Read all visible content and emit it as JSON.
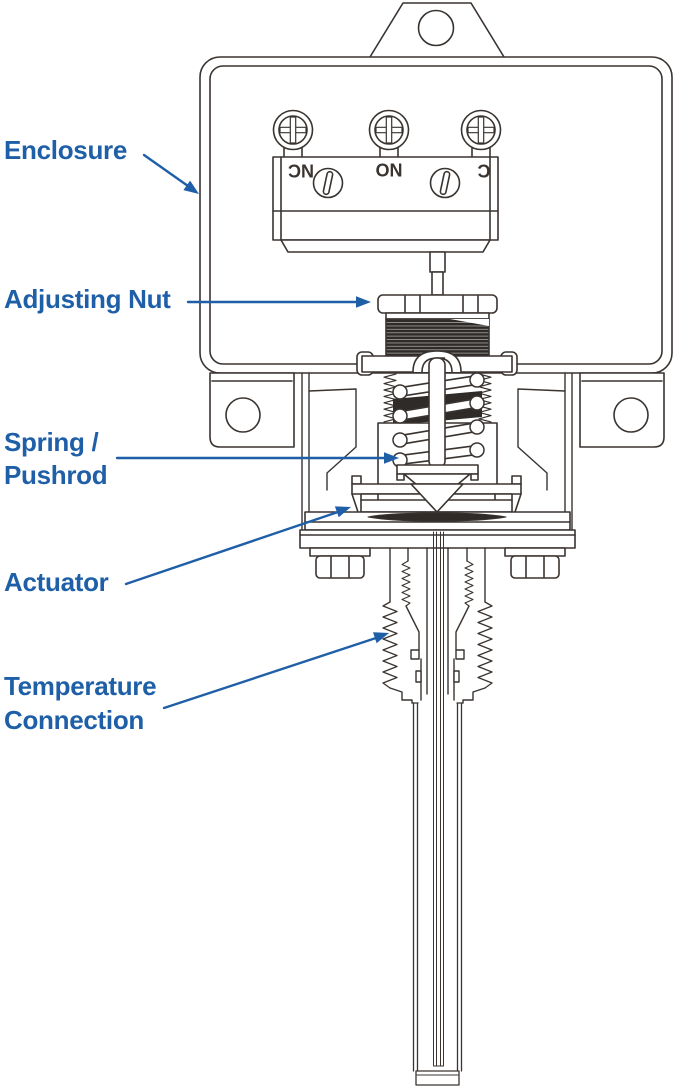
{
  "diagram": {
    "labels": {
      "enclosure": "Enclosure",
      "adjusting_nut": "Adjusting Nut",
      "spring_pushrod_line1": "Spring /",
      "spring_pushrod_line2": "Pushrod",
      "actuator": "Actuator",
      "temperature_connection_line1": "Temperature",
      "temperature_connection_line2": "Connection"
    },
    "switch_terminals": {
      "nc": "NC",
      "no": "NO",
      "c": "C"
    },
    "colors": {
      "label_blue": "#1f5fa8",
      "line_art": "#3a3430",
      "background": "#ffffff"
    }
  }
}
